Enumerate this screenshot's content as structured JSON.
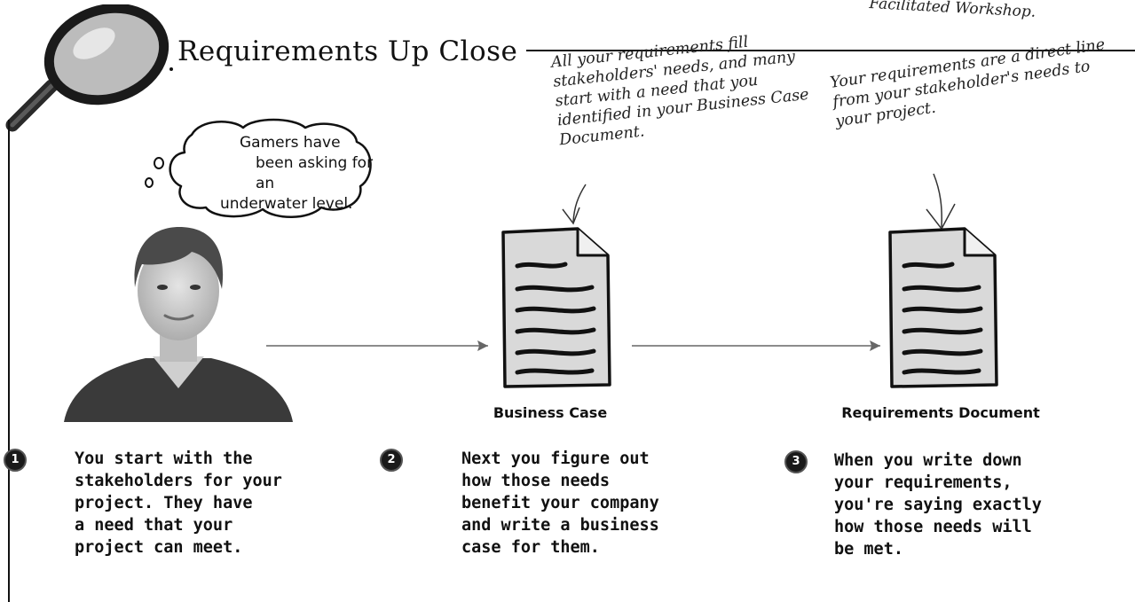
{
  "header": {
    "title": "Requirements Up Close",
    "top_right_note": "Facilitated Workshop."
  },
  "annotations": {
    "left": "All your requirements fill stakeholders' needs, and many start with a need that you identified in your Business Case Document.",
    "right": "Your requirements are a direct line from your stakeholder's needs to your project."
  },
  "thought": {
    "lines": [
      "Gamers have",
      "been asking for an",
      "underwater level."
    ]
  },
  "documents": {
    "business_case": "Business Case",
    "requirements_document": "Requirements Document"
  },
  "steps": [
    {
      "number": "1",
      "lines": [
        "You start with the",
        "stakeholders for your",
        "project. They have",
        "a need that your",
        "project can meet."
      ]
    },
    {
      "number": "2",
      "lines": [
        "Next you figure out",
        "how those needs",
        "benefit your company",
        "and write a business",
        "case for them."
      ]
    },
    {
      "number": "3",
      "lines": [
        "When you write down",
        "your requirements,",
        "you're saying exactly",
        "how those needs will",
        "be met."
      ]
    }
  ],
  "icons": [
    "magnifying-glass-icon",
    "document-icon",
    "arrow-icon"
  ],
  "colors": {
    "ink": "#111111",
    "paper": "#ffffff",
    "doc_fill": "#d9d9d9"
  }
}
